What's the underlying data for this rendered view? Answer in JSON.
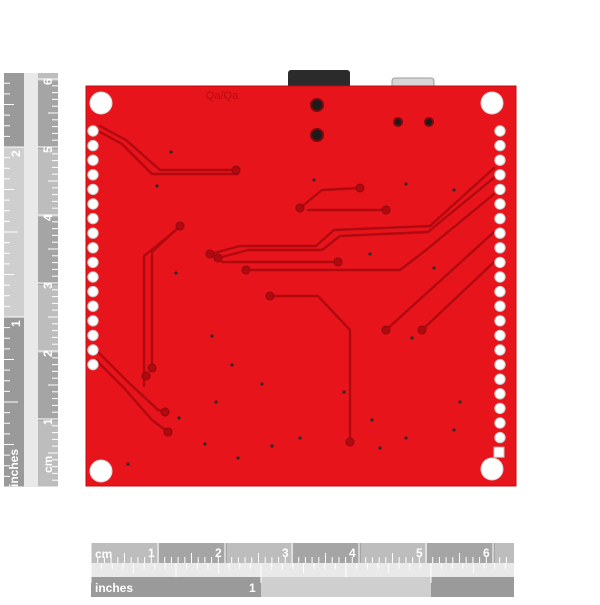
{
  "board": {
    "silk_text": "Qa/Qa"
  },
  "rulers": {
    "vertical": {
      "unit_cm": "cm",
      "unit_inches": "inches",
      "cm_labels": [
        "1",
        "2",
        "3",
        "4",
        "5",
        "6"
      ],
      "inch_labels": [
        "1",
        "2"
      ]
    },
    "horizontal": {
      "unit_cm": "cm",
      "unit_inches": "inches",
      "cm_labels": [
        "1",
        "2",
        "3",
        "4",
        "5",
        "6"
      ],
      "inch_labels": [
        "1"
      ]
    }
  },
  "colors": {
    "pcb_red": "#e8141b",
    "pcb_trace": "#b00a10",
    "ruler_gray": "#9a9a9a",
    "ruler_light": "#cfcfcf"
  }
}
